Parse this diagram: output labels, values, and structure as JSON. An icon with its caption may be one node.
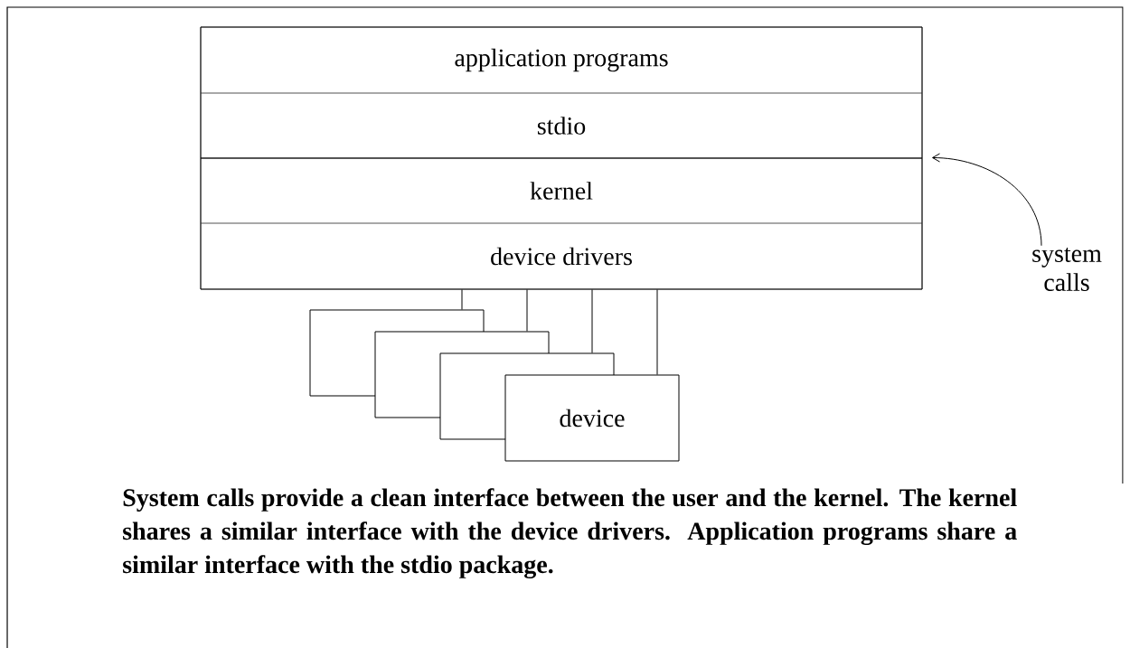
{
  "diagram": {
    "caption": "System calls provide a clean interface between the user and the kernel. The kernel shares a similar interface with the device drivers. Application programs share a similar interface with the stdio package.",
    "nodes": [
      {
        "text": [
          "application programs"
        ]
      },
      {
        "text": [
          "stdio"
        ]
      },
      {
        "text": [
          "kernel"
        ]
      },
      {
        "text": [
          "device drivers"
        ]
      },
      {
        "text": [],
        "shape": "box"
      },
      {
        "text": [],
        "shape": "box"
      },
      {
        "text": [],
        "shape": "box"
      },
      {
        "text": [
          "device"
        ]
      },
      {
        "text": [
          "system calls"
        ]
      }
    ],
    "edges": [
      {
        "from": 3,
        "to": 4,
        "arrow": "none"
      },
      {
        "from": 3,
        "to": 5,
        "arrow": "none"
      },
      {
        "from": 3,
        "to": 6,
        "arrow": "none"
      },
      {
        "from": 3,
        "to": 7,
        "arrow": "none"
      },
      {
        "from": 8,
        "to": 2,
        "arrow": "to"
      }
    ]
  }
}
